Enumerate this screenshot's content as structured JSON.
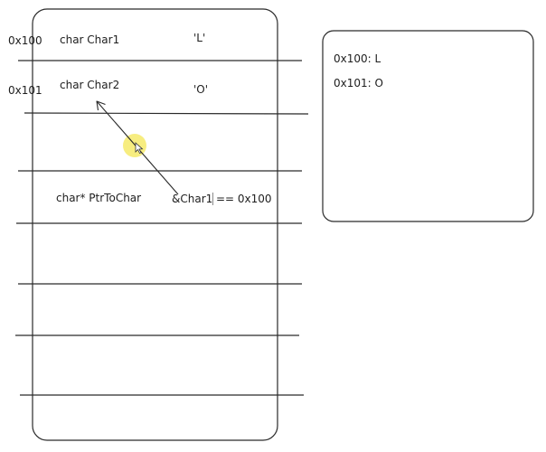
{
  "memory_diagram": {
    "rows": [
      {
        "address": "0x100",
        "declaration": "char Char1",
        "value": "'L'"
      },
      {
        "address": "0x101",
        "declaration": "char Char2",
        "value": "'O'"
      }
    ],
    "pointer": {
      "declaration": "char* PtrToChar",
      "expression": "&Char1",
      "comparison": "== 0x100"
    }
  },
  "side_panel": {
    "entries": [
      "0x100: L",
      "0x101: O"
    ]
  },
  "colors": {
    "stroke": "#2a2a2a",
    "highlight": "#f6ea6a"
  }
}
